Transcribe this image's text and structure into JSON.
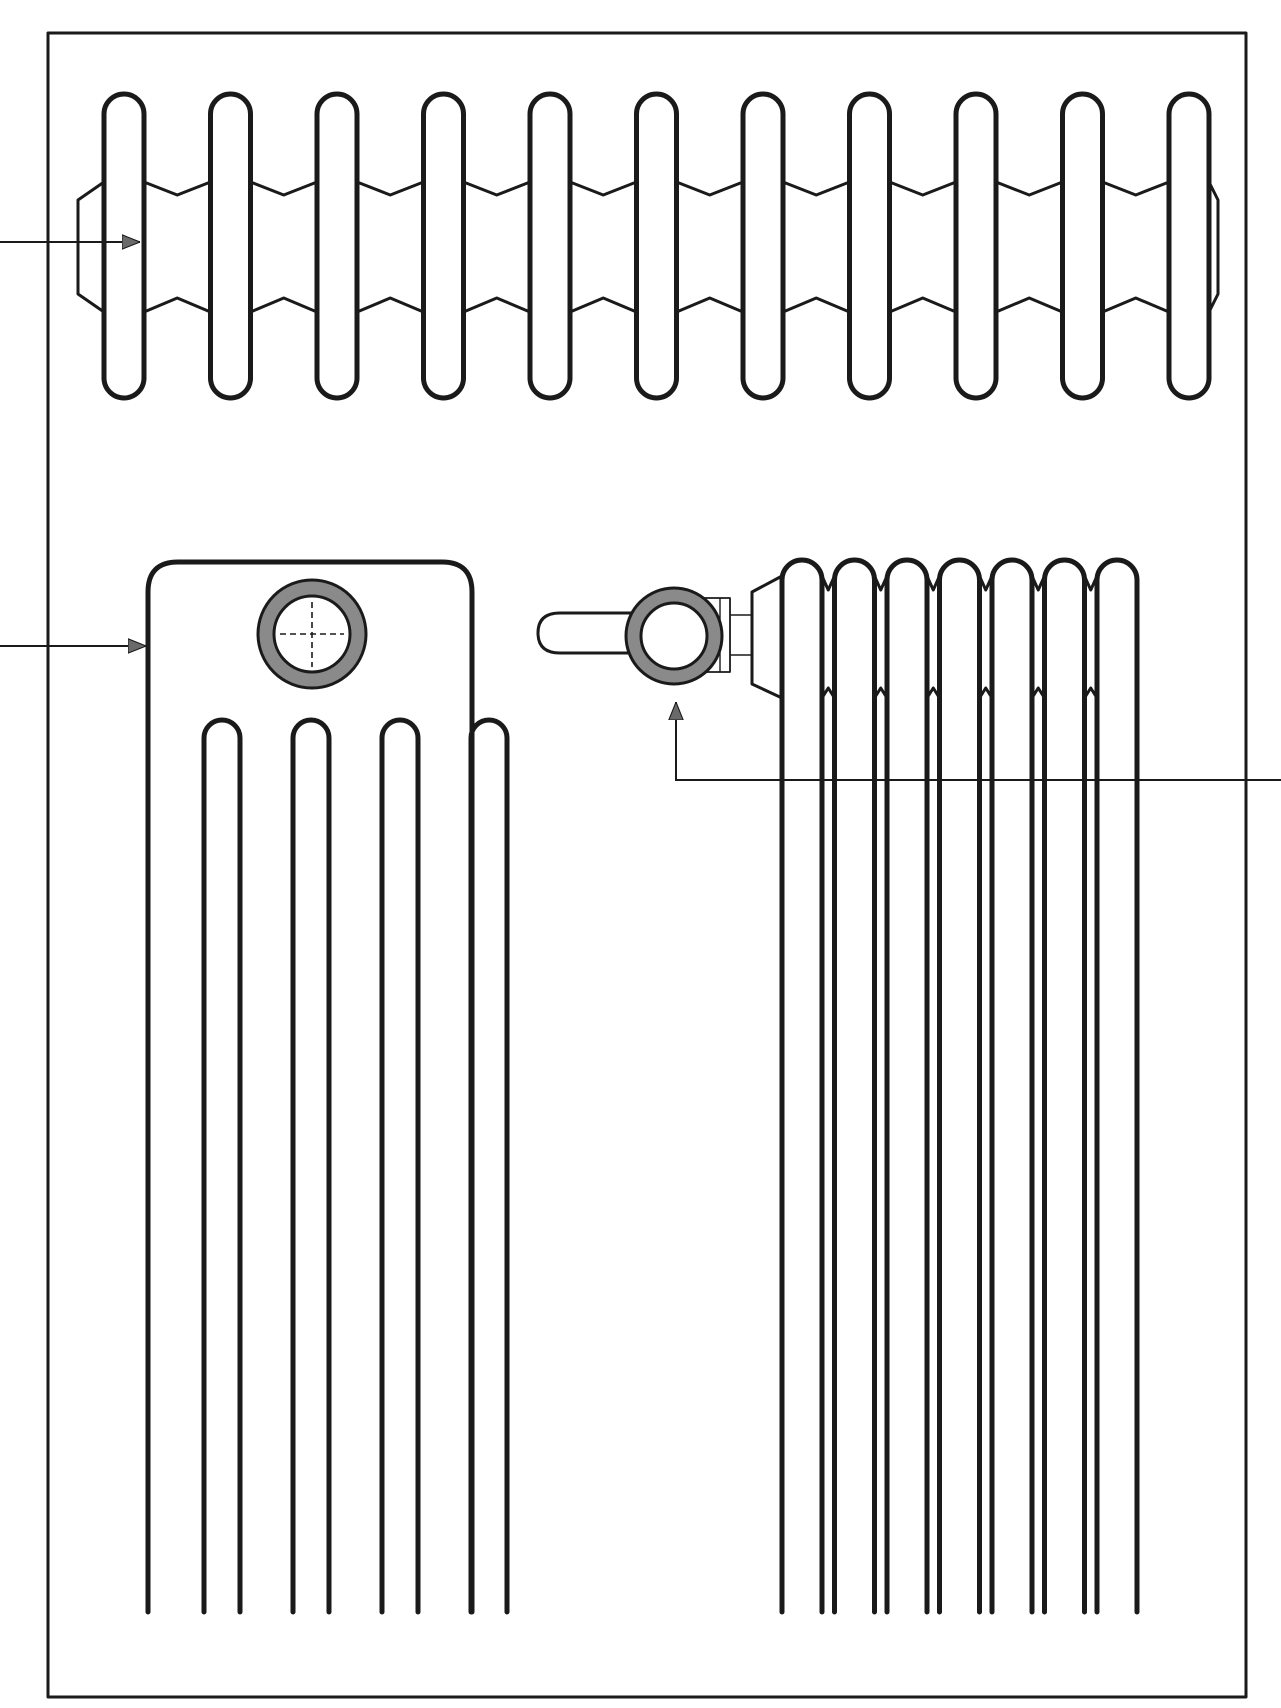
{
  "figure": {
    "views": [
      {
        "id": "top-plan-view",
        "section_count": 11
      },
      {
        "id": "end-elevation-view",
        "column_count": 4
      },
      {
        "id": "side-elevation-view",
        "column_count": 7
      }
    ],
    "callouts": [
      {
        "id": "arrow-to-top-view",
        "label": ""
      },
      {
        "id": "arrow-to-end-view",
        "label": ""
      },
      {
        "id": "arrow-to-valve",
        "label": ""
      }
    ],
    "colors": {
      "ink": "#1a1a1a",
      "hatch": "#8a8a8a",
      "paper": "#ffffff"
    }
  }
}
